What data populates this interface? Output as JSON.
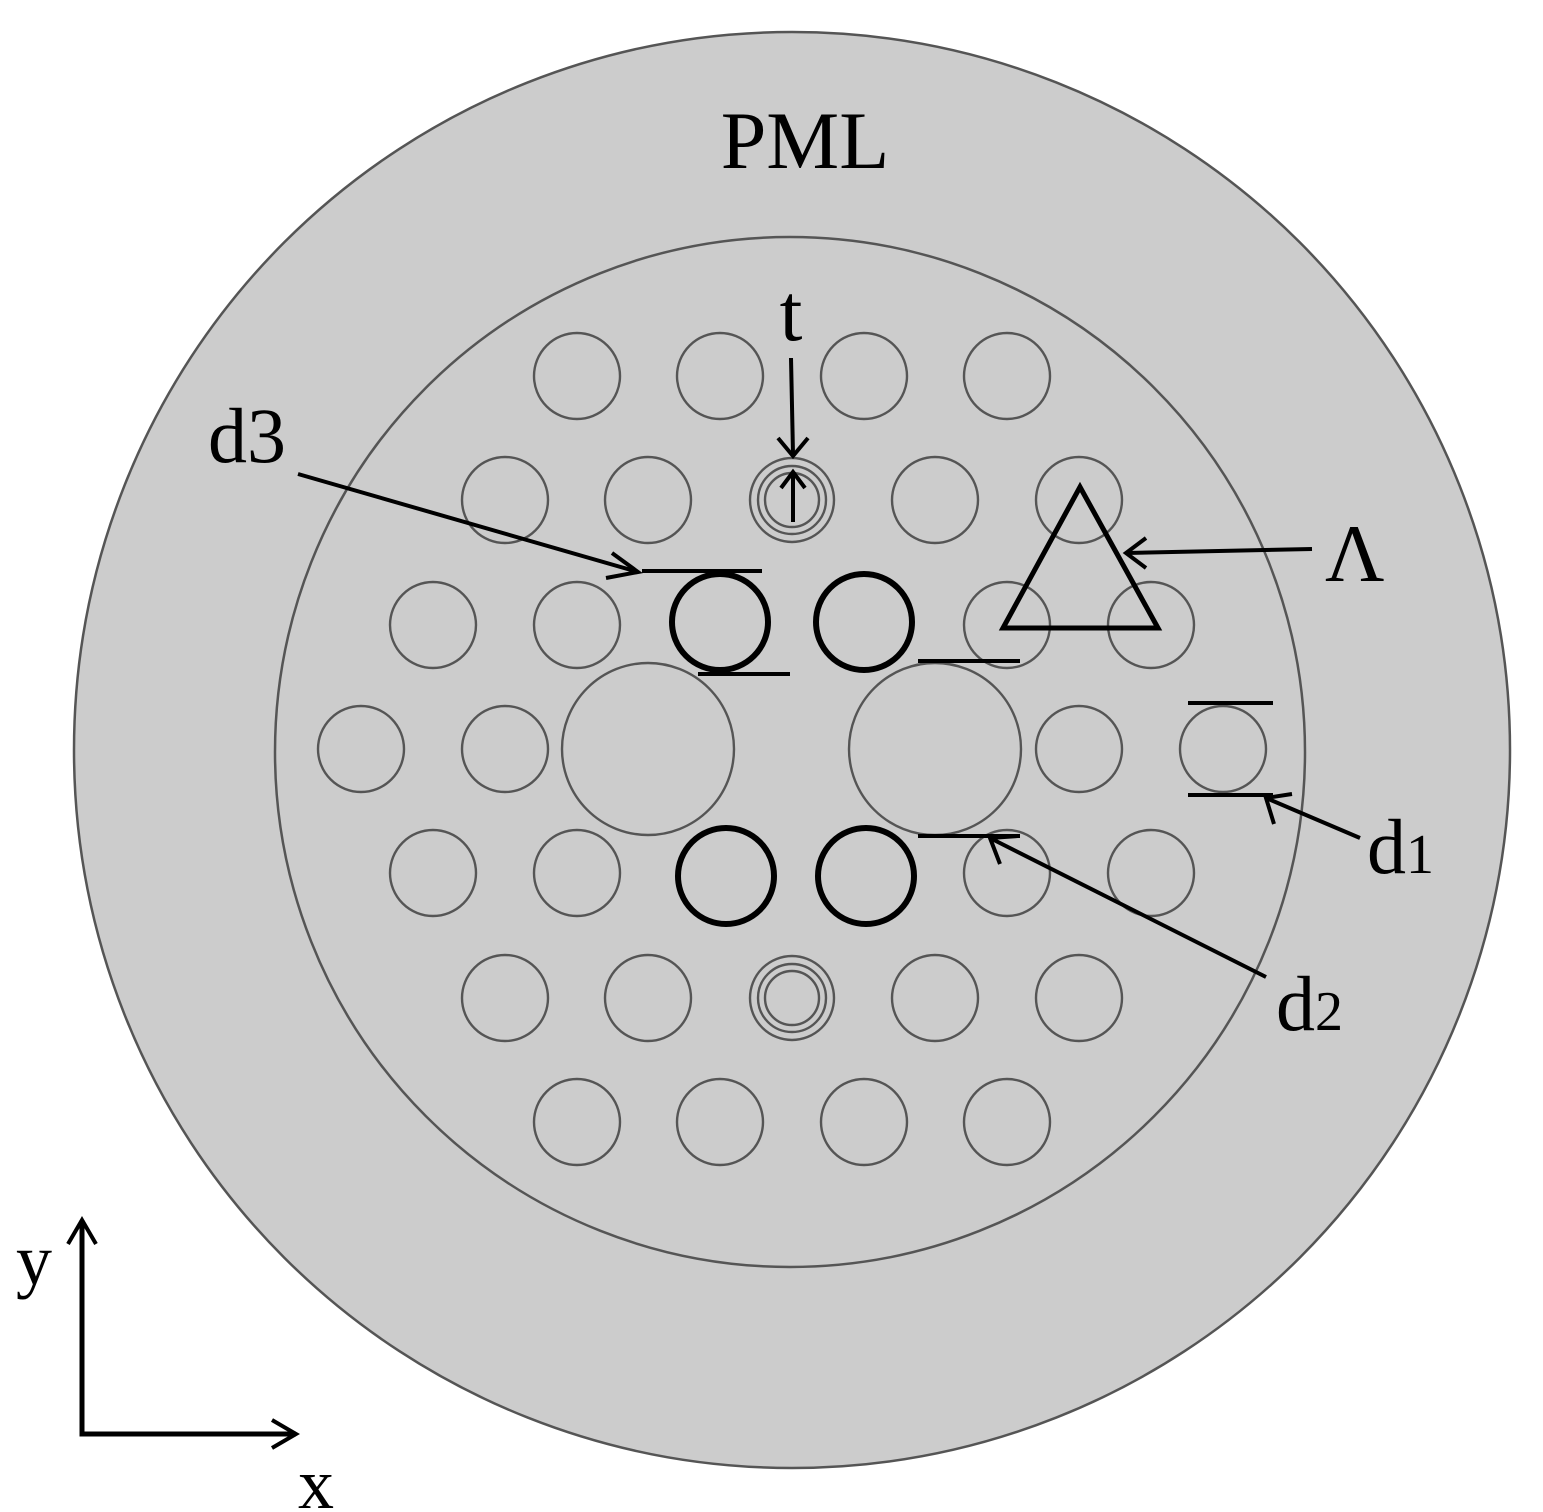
{
  "labels": {
    "pml": "PML",
    "t": "t",
    "d3_main": "d",
    "d3_sub": "3",
    "lambda": "Λ",
    "d1_main": "d",
    "d1_sub": "1",
    "d2_main": "d",
    "d2_sub": "2",
    "axis_y": "y",
    "axis_x": "x"
  },
  "colors": {
    "background": "#ffffff",
    "pml_fill": "#cccccc",
    "cladding_fill": "#cccccc",
    "outline": "#555555",
    "annotation": "#000000"
  }
}
